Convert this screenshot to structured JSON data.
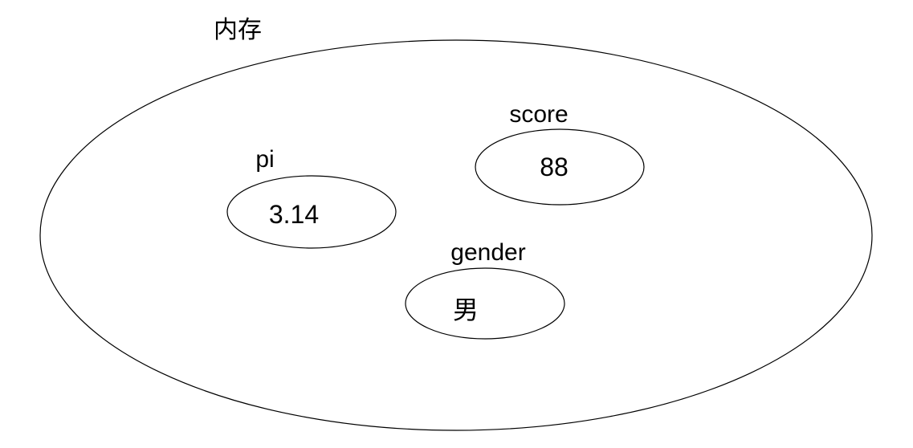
{
  "diagram": {
    "background_color": "#ffffff",
    "stroke_color": "#000000",
    "memory_label": "内存",
    "variables": [
      {
        "name": "pi",
        "value": "3.14"
      },
      {
        "name": "score",
        "value": "88"
      },
      {
        "name": "gender",
        "value": "男"
      }
    ]
  }
}
